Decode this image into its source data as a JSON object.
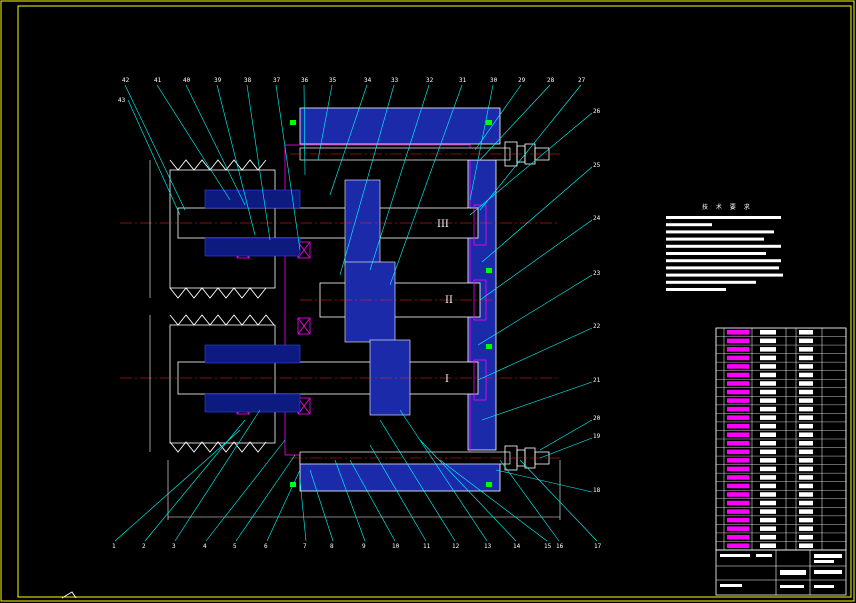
{
  "drawing": {
    "top_labels": [
      "42",
      "41",
      "40",
      "39",
      "38",
      "37",
      "36",
      "35",
      "34",
      "33",
      "32",
      "31",
      "30",
      "29",
      "28",
      "27"
    ],
    "left_label": "43",
    "right_labels": [
      "26",
      "25",
      "24",
      "23",
      "22",
      "21",
      "20",
      "19",
      "18"
    ],
    "bottom_labels": [
      "1",
      "2",
      "3",
      "4",
      "5",
      "6",
      "7",
      "8",
      "9",
      "10",
      "11",
      "12",
      "13",
      "14",
      "15",
      "16",
      "17"
    ],
    "shaft_labels": [
      "III",
      "II",
      "I"
    ]
  },
  "technical_requirements": {
    "title": "技 术 要 求",
    "line_count": 11
  },
  "title_block": {
    "parts_list_rows": 26
  },
  "colors": {
    "background": "#000000",
    "frame": "#ffff00",
    "outline": "#ffffff",
    "section": "#3344ff",
    "leader": "#00ffff",
    "centerline": "#ff2020",
    "magenta": "#ff00ff",
    "green": "#00ff00"
  }
}
